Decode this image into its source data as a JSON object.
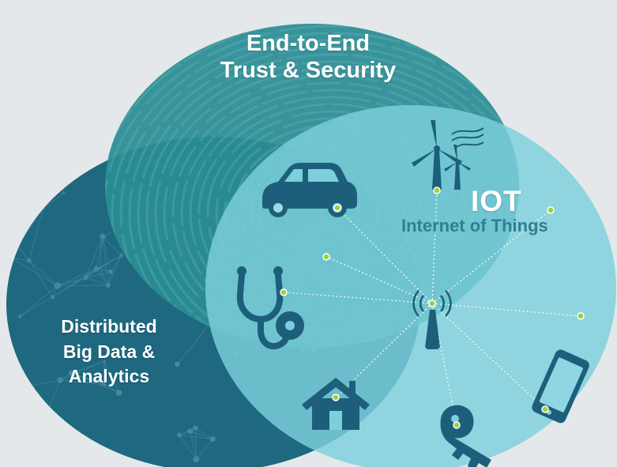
{
  "circles": {
    "trust": {
      "line1": "End-to-End",
      "line2": "Trust & Security",
      "color": "#2b8d93"
    },
    "data": {
      "line1": "Distributed",
      "line2": "Big Data &",
      "line3": "Analytics",
      "color": "#1e6880"
    },
    "iot": {
      "title": "IOT",
      "subtitle": "Internet of Things",
      "color": "#7dcfdc"
    }
  },
  "icons": [
    "car-icon",
    "wind-turbine-icon",
    "stethoscope-icon",
    "cell-tower-icon",
    "house-icon",
    "key-icon",
    "smartphone-icon"
  ],
  "colors": {
    "background": "#e4e8ea",
    "node_green": "#9bd23c",
    "icon_dark": "#1d5f7a"
  }
}
